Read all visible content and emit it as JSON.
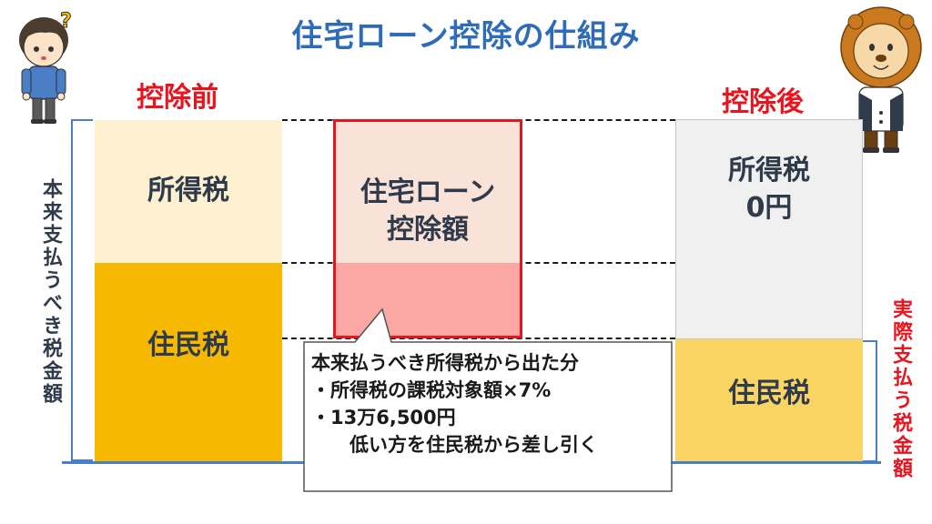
{
  "title": "住宅ローン控除の仕組み",
  "before": {
    "label": "控除前",
    "income_tax": "所得税",
    "resident_tax": "住民税"
  },
  "deduction": {
    "label_line1": "住宅ローン",
    "label_line2": "控除額"
  },
  "after": {
    "label": "控除後",
    "income_tax_line1": "所得税",
    "income_tax_line2": "0円",
    "resident_tax": "住民税"
  },
  "side_left": "本来支払うべき税金額",
  "side_right": "実際支払う税金額",
  "callout": {
    "line1": "本来払うべき所得税から出た分",
    "line2": "・所得税の課税対象額×7%",
    "line3": "・13万6,500円",
    "line4": "　　低い方を住民税から差し引く"
  },
  "colors": {
    "title": "#2e6bb8",
    "red": "#e8141e",
    "income_before": "#fdf1d2",
    "resident_before": "#f7b900",
    "deduction_top": "#f9e3d9",
    "deduction_bottom": "#fba7a4",
    "income_after": "#f0f0f0",
    "resident_after": "#fbd563",
    "bracket": "#4a7ec6"
  }
}
